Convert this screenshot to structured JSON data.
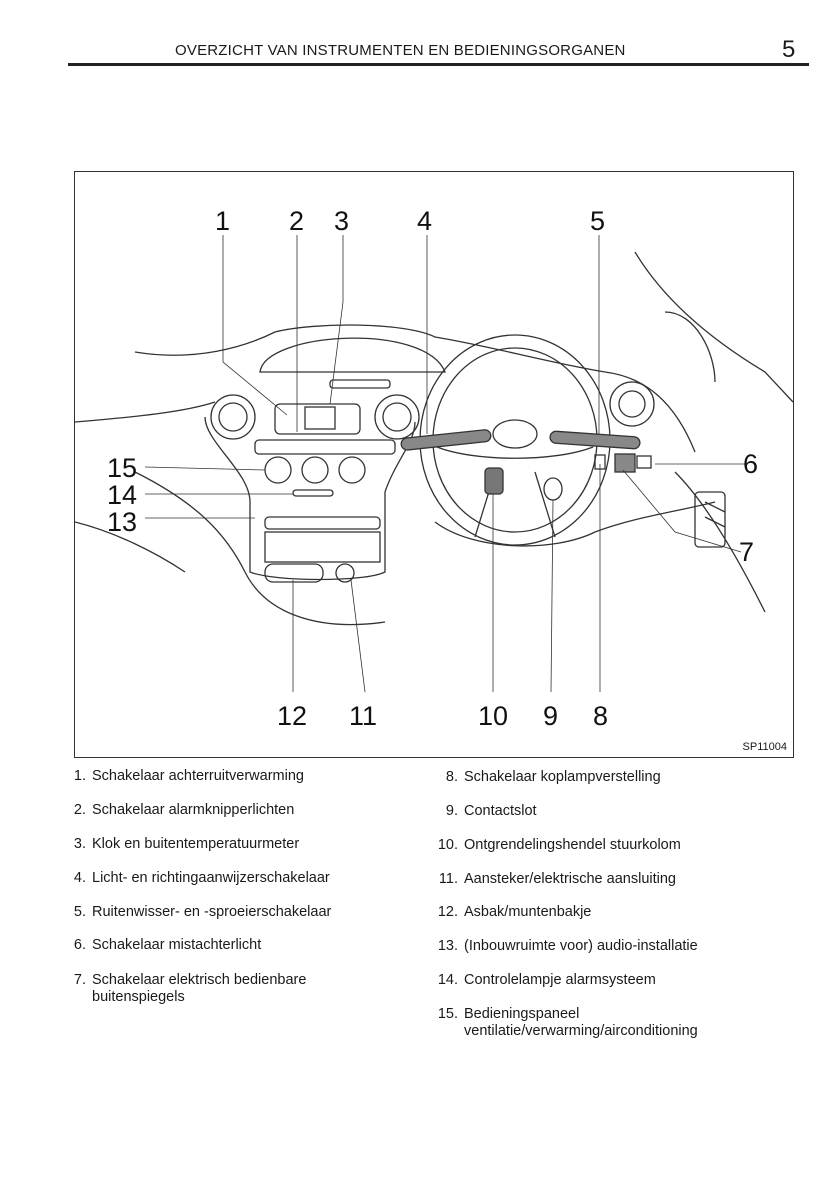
{
  "header": {
    "title": "OVERZICHT VAN INSTRUMENTEN EN BEDIENINGSORGANEN",
    "page_number": "5"
  },
  "figure": {
    "code": "SP11004",
    "callouts": [
      "1",
      "2",
      "3",
      "4",
      "5",
      "6",
      "7",
      "8",
      "9",
      "10",
      "11",
      "12",
      "13",
      "14",
      "15"
    ]
  },
  "legend": {
    "left": [
      {
        "num": "1.",
        "text": "Schakelaar achterruitverwarming"
      },
      {
        "num": "2.",
        "text": "Schakelaar alarmknipperlichten"
      },
      {
        "num": "3.",
        "text": "Klok en buitentemperatuurmeter"
      },
      {
        "num": "4.",
        "text": "Licht- en richtingaanwijzerschakelaar"
      },
      {
        "num": "5.",
        "text": "Ruitenwisser- en -sproeierschakelaar"
      },
      {
        "num": "6.",
        "text": "Schakelaar mistachterlicht"
      },
      {
        "num": "7.",
        "text": "Schakelaar elektrisch bedienbare buitenspiegels"
      }
    ],
    "right": [
      {
        "num": "8.",
        "text": "Schakelaar koplampverstelling"
      },
      {
        "num": "9.",
        "text": "Contactslot"
      },
      {
        "num": "10.",
        "text": "Ontgrendelingshendel stuurkolom"
      },
      {
        "num": "11.",
        "text": "Aansteker/elektrische aansluiting"
      },
      {
        "num": "12.",
        "text": "Asbak/muntenbakje"
      },
      {
        "num": "13.",
        "text": "(Inbouwruimte voor) audio-installatie"
      },
      {
        "num": "14.",
        "text": "Controlelampje alarmsysteem"
      },
      {
        "num": "15.",
        "text": "Bedieningspaneel ventilatie/verwarming/airconditioning"
      }
    ]
  }
}
